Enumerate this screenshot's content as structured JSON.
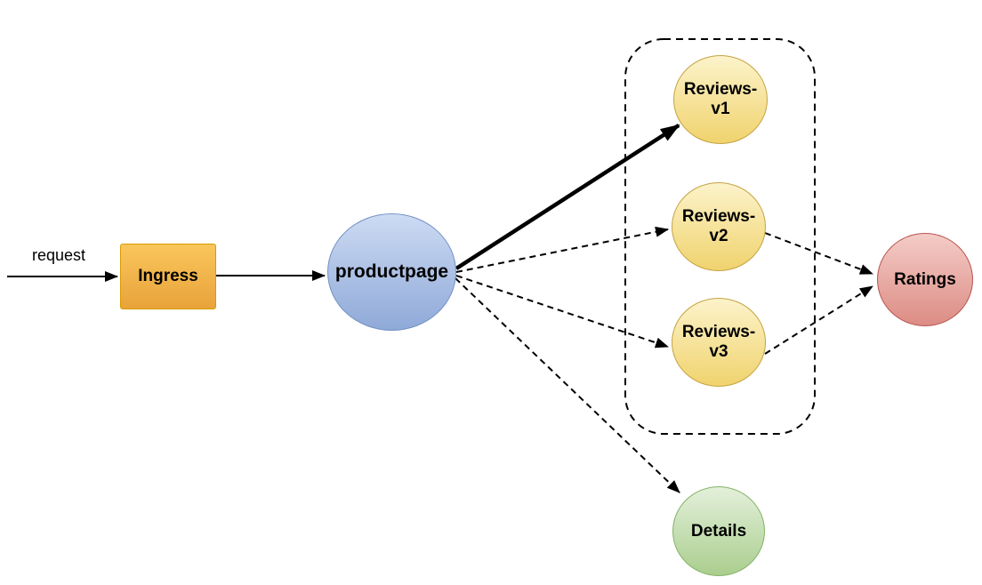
{
  "diagram": {
    "background": "#FFFFFF",
    "edge_color": "#000000",
    "request_label": "request",
    "nodes": {
      "ingress": {
        "label": "Ingress",
        "shape": "rectangle",
        "fill_top": "#F9C65B",
        "fill_bottom": "#E9A33B",
        "border": "#D79B00"
      },
      "productpage": {
        "label": "productpage",
        "shape": "ellipse",
        "fill_top": "#CDDBF3",
        "fill_bottom": "#8FA9D8",
        "border": "#7191C4"
      },
      "reviews_v1": {
        "label_line1": "Reviews-",
        "label_line2": "v1",
        "shape": "ellipse",
        "fill_top": "#FCF3CA",
        "fill_bottom": "#F0D36E",
        "border": "#C5A343"
      },
      "reviews_v2": {
        "label_line1": "Reviews-",
        "label_line2": "v2",
        "shape": "ellipse",
        "fill_top": "#FCF3CA",
        "fill_bottom": "#F0D36E",
        "border": "#C5A343"
      },
      "reviews_v3": {
        "label_line1": "Reviews-",
        "label_line2": "v3",
        "shape": "ellipse",
        "fill_top": "#FCF3CA",
        "fill_bottom": "#F0D36E",
        "border": "#C5A343"
      },
      "ratings": {
        "label": "Ratings",
        "shape": "ellipse",
        "fill_top": "#F4CCC7",
        "fill_bottom": "#DC8C84",
        "border": "#B85450"
      },
      "details": {
        "label": "Details",
        "shape": "ellipse",
        "fill_top": "#E3F0DA",
        "fill_bottom": "#AACE8E",
        "border": "#82B366"
      }
    },
    "edges": [
      {
        "from": "request",
        "to": "ingress",
        "style": "solid",
        "arrow": true
      },
      {
        "from": "ingress",
        "to": "productpage",
        "style": "solid",
        "arrow": true
      },
      {
        "from": "productpage",
        "to": "reviews_v1",
        "style": "solid-bold",
        "arrow": true
      },
      {
        "from": "productpage",
        "to": "reviews_v2",
        "style": "dashed",
        "arrow": true
      },
      {
        "from": "productpage",
        "to": "reviews_v3",
        "style": "dashed",
        "arrow": true
      },
      {
        "from": "productpage",
        "to": "details",
        "style": "dashed",
        "arrow": true
      },
      {
        "from": "reviews_v2",
        "to": "ratings",
        "style": "dashed",
        "arrow": true
      },
      {
        "from": "reviews_v3",
        "to": "ratings",
        "style": "dashed",
        "arrow": true
      }
    ],
    "group": {
      "name": "reviews-versions",
      "members": [
        "reviews_v1",
        "reviews_v2",
        "reviews_v3"
      ],
      "border_style": "dashed",
      "border_color": "#000000"
    }
  }
}
